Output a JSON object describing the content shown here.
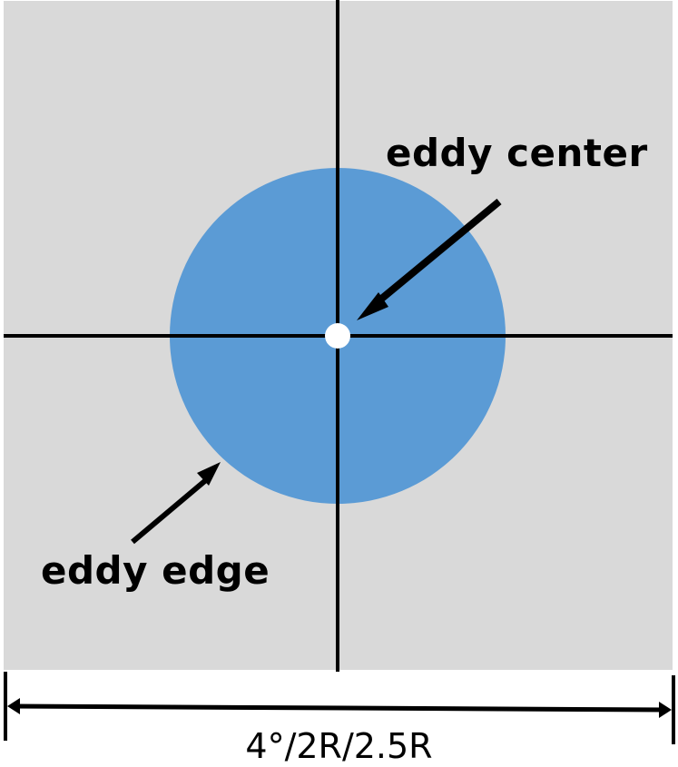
{
  "diagram": {
    "title": "",
    "labels": {
      "eddy_center": "eddy center",
      "eddy_edge": "eddy edge",
      "dimension": "4°/2R/2.5R"
    },
    "colors": {
      "background_box": "#d9d9d9",
      "eddy_fill": "#5b9bd5",
      "center_point": "#ffffff",
      "lines": "#000000"
    },
    "elements": [
      {
        "id": "domain-box",
        "type": "square",
        "description": "gray square region around the eddy"
      },
      {
        "id": "eddy-circle",
        "type": "circle",
        "description": "blue eddy area"
      },
      {
        "id": "center-point",
        "type": "point",
        "description": "white eddy center marker"
      },
      {
        "id": "crosshair",
        "type": "lines",
        "description": "vertical and horizontal axes through center"
      },
      {
        "id": "center-arrow",
        "type": "arrow",
        "points_to": "eddy center"
      },
      {
        "id": "edge-arrow",
        "type": "arrow",
        "points_to": "eddy edge"
      },
      {
        "id": "dimension-line",
        "type": "double-arrow",
        "label": "4°/2R/2.5R"
      }
    ]
  }
}
